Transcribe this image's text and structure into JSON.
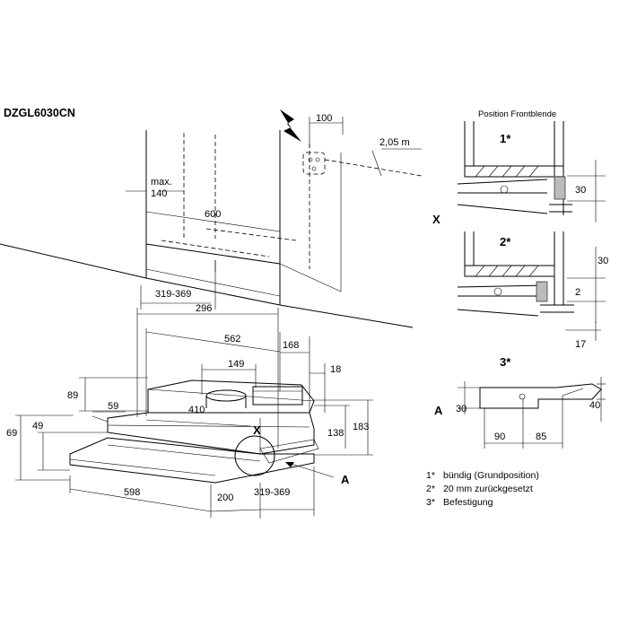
{
  "model": "DZGL6030CN",
  "front_panel_title": "Position Frontblende",
  "dimensions": {
    "d100": "100",
    "d205": "2,05 m",
    "max_label": "max.",
    "d140": "140",
    "d600": "600",
    "d319_369_top": "319-369",
    "d296": "296",
    "d562": "562",
    "d168": "168",
    "d149": "149",
    "d18": "18",
    "d89": "89",
    "d59": "59",
    "d410": "410",
    "d183": "183",
    "d138": "138",
    "d69": "69",
    "d49": "49",
    "d598": "598",
    "d200": "200",
    "d319_369_bottom": "319-369",
    "d30_1": "30",
    "d30_2": "30",
    "d2": "2",
    "d17": "17",
    "d30_3": "30",
    "d40": "40",
    "d90": "90",
    "d85": "85"
  },
  "markers": {
    "x_main": "X",
    "x_side": "X",
    "a_main": "A",
    "a_side": "A",
    "pos1": "1*",
    "pos2": "2*",
    "pos3": "3*"
  },
  "legend": [
    {
      "key": "1*",
      "text": "bündig (Grundposition)"
    },
    {
      "key": "2*",
      "text": "20 mm zurückgesetzt"
    },
    {
      "key": "3*",
      "text": "Befestigung"
    }
  ],
  "icons": {
    "power": "lightning-icon"
  }
}
